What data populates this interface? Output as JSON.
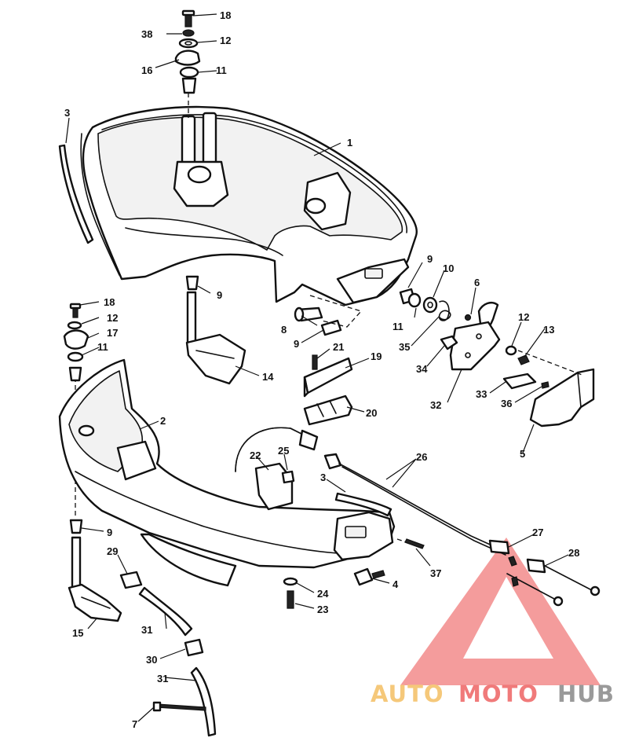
{
  "callouts": [
    "1",
    "2",
    "3",
    "3",
    "4",
    "5",
    "6",
    "7",
    "8",
    "9",
    "9",
    "9",
    "9",
    "10",
    "11",
    "11",
    "11",
    "12",
    "12",
    "12",
    "13",
    "14",
    "15",
    "16",
    "17",
    "18",
    "18",
    "19",
    "20",
    "21",
    "22",
    "23",
    "24",
    "25",
    "26",
    "27",
    "28",
    "29",
    "30",
    "31",
    "31",
    "32",
    "33",
    "34",
    "35",
    "36",
    "37",
    "38"
  ],
  "logo": {
    "word_auto": "AUTO",
    "word_moto": "MOTO",
    "word_hub": "HUB",
    "colors": {
      "triangle": "#f28b8b",
      "auto": "#f5c87a",
      "moto": "#f07a7a",
      "hub": "#9a9a9a"
    }
  }
}
